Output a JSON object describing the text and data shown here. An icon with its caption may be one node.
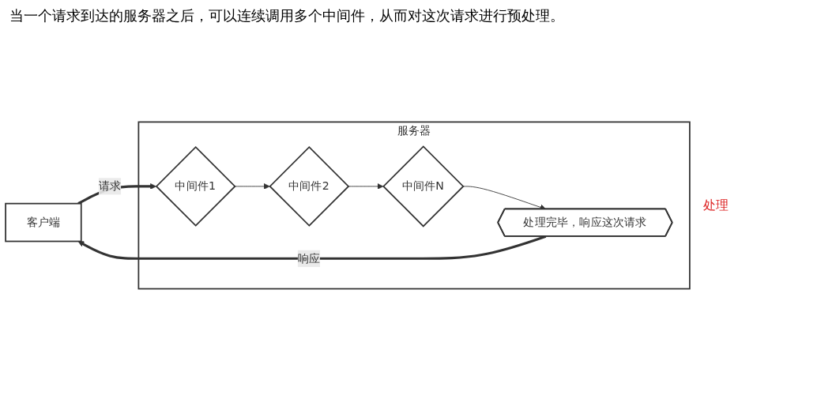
{
  "diagram": {
    "title": "当一个请求到达的服务器之后，可以连续调用多个中间件，从而对这次请求进行预处理。",
    "nodes": [
      {
        "text": [
          "客户端"
        ]
      },
      {
        "text": [
          "服务器"
        ]
      },
      {
        "text": [
          "中间件1"
        ],
        "in": 1
      },
      {
        "text": [
          "中间件2"
        ],
        "in": 1
      },
      {
        "text": [
          "中间件N"
        ],
        "in": 1
      },
      {
        "text": [
          "处理完毕，响应这次请求"
        ],
        "in": 1
      }
    ],
    "edges": [
      {
        "from": 0,
        "to": 2,
        "arrow": "to",
        "label": "请求",
        "style": "thick"
      },
      {
        "from": 2,
        "to": 3,
        "arrow": "to"
      },
      {
        "from": 3,
        "to": 4,
        "arrow": "to"
      },
      {
        "from": 4,
        "to": 5,
        "arrow": "to"
      },
      {
        "from": 5,
        "to": 0,
        "arrow": "to",
        "label": "响应",
        "style": "thick"
      }
    ],
    "labels": [
      "处理"
    ]
  }
}
